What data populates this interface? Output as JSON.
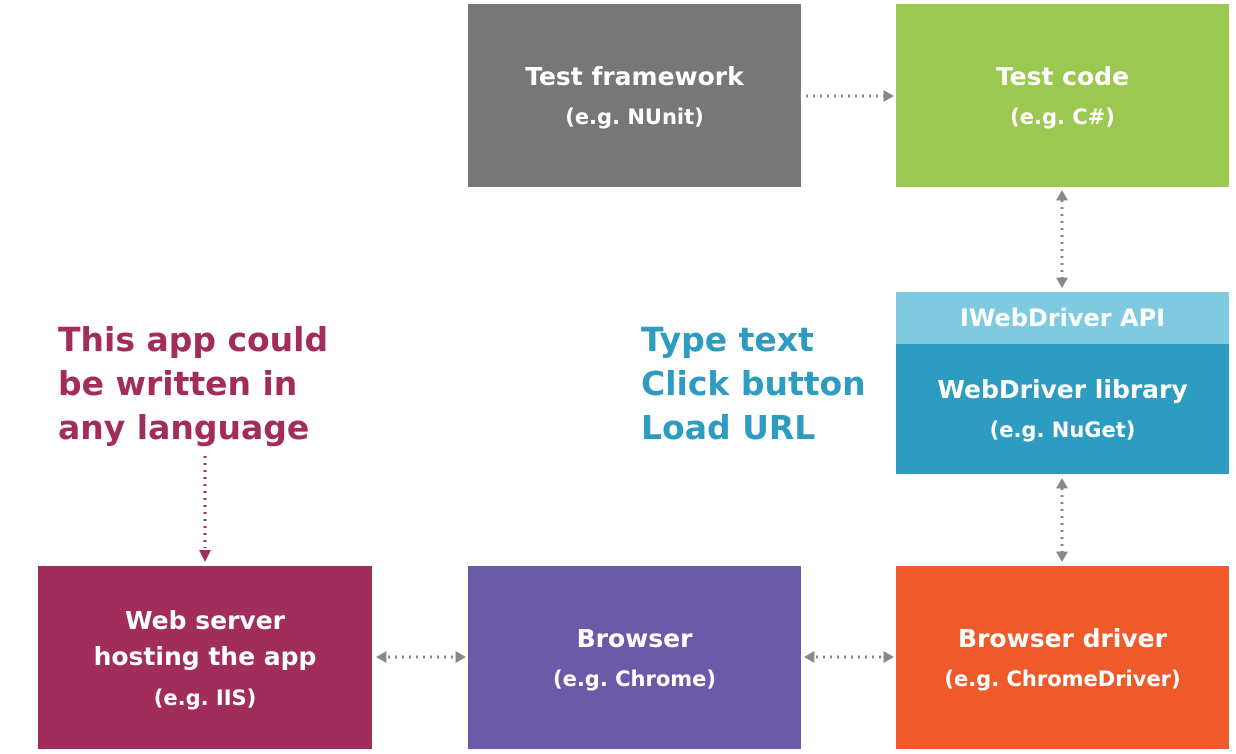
{
  "colors": {
    "framework": "#777777",
    "test_code": "#9bc850",
    "api_band": "#7ecae0",
    "webdriver_library": "#2e9cc0",
    "web_server": "#a22d5a",
    "browser": "#6a5aa8",
    "browser_driver": "#ef5a2a",
    "app_note_text": "#a22d5a",
    "actions_text": "#2e9cc0",
    "connector": "#888888"
  },
  "boxes": {
    "test_framework": {
      "title": "Test framework",
      "subtitle": "(e.g. NUnit)"
    },
    "test_code": {
      "title": "Test code",
      "subtitle": "(e.g. C#)"
    },
    "webdriver_api": {
      "title": "IWebDriver API"
    },
    "webdriver_library": {
      "title": "WebDriver library",
      "subtitle": "(e.g. NuGet)"
    },
    "web_server": {
      "line1": "Web server",
      "line2": "hosting the app",
      "subtitle": "(e.g. IIS)"
    },
    "browser": {
      "title": "Browser",
      "subtitle": "(e.g. Chrome)"
    },
    "browser_driver": {
      "title": "Browser driver",
      "subtitle": "(e.g. ChromeDriver)"
    }
  },
  "app_note": {
    "lines": [
      "This app could",
      "be written in",
      "any language"
    ]
  },
  "actions": {
    "lines": [
      "Type text",
      "Click button",
      "Load URL"
    ]
  }
}
